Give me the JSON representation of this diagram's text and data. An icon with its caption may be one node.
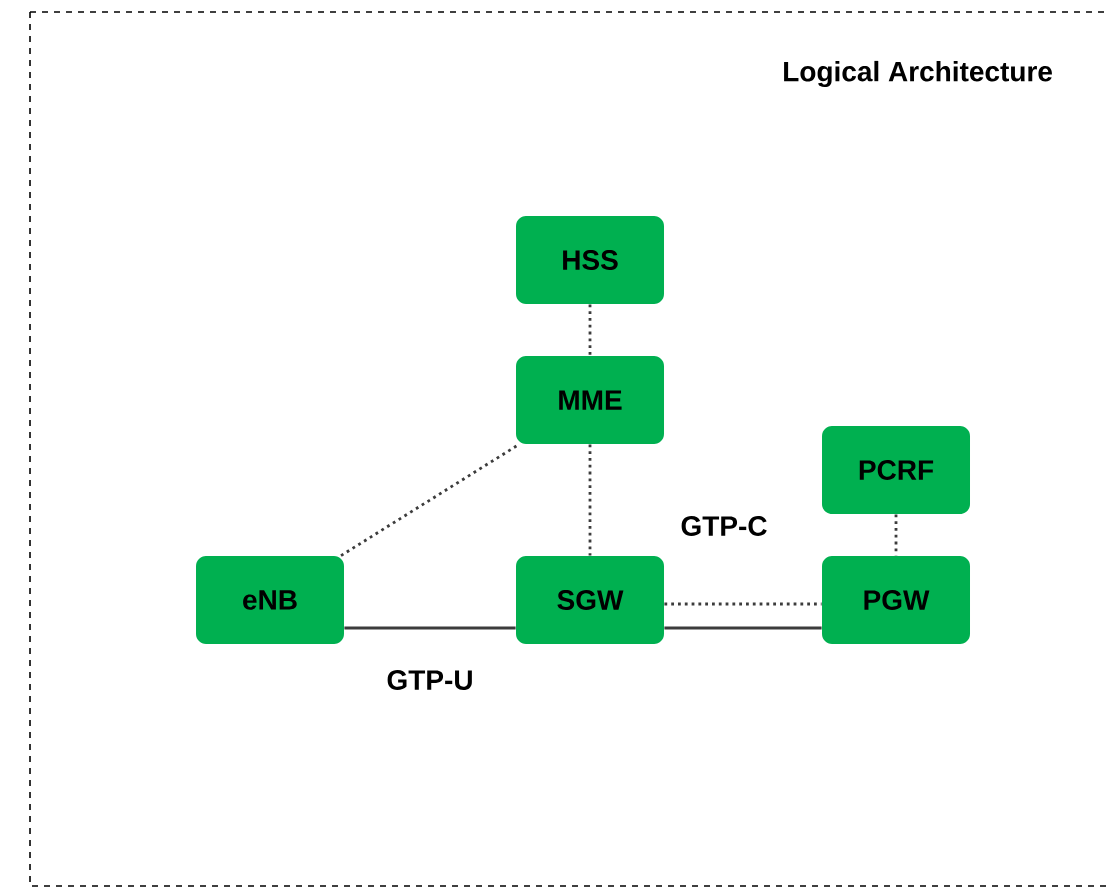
{
  "diagram": {
    "title": "Logical Architecture",
    "nodes": [
      {
        "text": [
          "HSS"
        ]
      },
      {
        "text": [
          "MME"
        ]
      },
      {
        "text": [
          "PCRF"
        ]
      },
      {
        "text": [
          "eNB"
        ]
      },
      {
        "text": [
          "SGW"
        ]
      },
      {
        "text": [
          "PGW"
        ]
      }
    ],
    "edges": [
      {
        "from": 0,
        "to": 1,
        "arrow": "none",
        "style": "dashed"
      },
      {
        "from": 1,
        "to": 4,
        "arrow": "none",
        "style": "dashed"
      },
      {
        "from": 3,
        "to": 1,
        "arrow": "none",
        "style": "dashed"
      },
      {
        "from": 2,
        "to": 5,
        "arrow": "none",
        "style": "dashed"
      },
      {
        "from": 4,
        "to": 5,
        "arrow": "none",
        "style": "dashed",
        "label": "GTP-C"
      },
      {
        "from": 3,
        "to": 4,
        "arrow": "none",
        "label": "GTP-U"
      },
      {
        "from": 4,
        "to": 5,
        "arrow": "none"
      }
    ]
  }
}
